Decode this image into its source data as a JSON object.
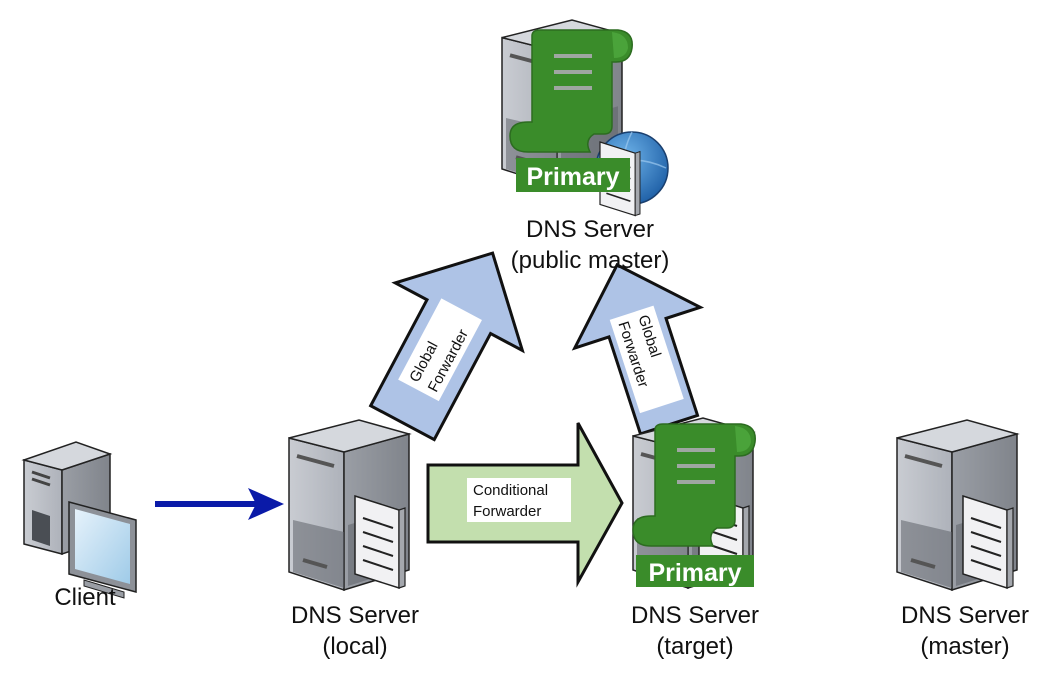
{
  "diagram": {
    "title": "DNS Conditional / Global Forwarding",
    "nodes": {
      "client": {
        "label": "Client",
        "icon": "client-computer-icon"
      },
      "local": {
        "line1": "DNS Server",
        "line2": "(local)",
        "icon": "dns-server-icon"
      },
      "public_master": {
        "line1": "DNS Server",
        "line2": "(public master)",
        "icon": "dns-server-primary-zone-icon",
        "badge": "Primary"
      },
      "target": {
        "line1": "DNS Server",
        "line2": "(target)",
        "icon": "dns-server-primary-zone-icon",
        "badge": "Primary"
      },
      "master": {
        "line1": "DNS Server",
        "line2": "(master)",
        "icon": "dns-server-icon"
      }
    },
    "edges": {
      "client_to_local": {
        "color": "#0a1aa8"
      },
      "conditional": {
        "line1": "Conditional",
        "line2": "Forwarder",
        "fill": "#c3dfae"
      },
      "global_left": {
        "line1": "Global",
        "line2": "Forwarder",
        "fill": "#aec3e6"
      },
      "global_right": {
        "line1": "Global",
        "line2": "Forwarder",
        "fill": "#aec3e6"
      }
    },
    "colors": {
      "primary_green": "#3a8c2a",
      "server_gray": "#b4b8bf",
      "globe_blue": "#2f7cc4"
    }
  }
}
